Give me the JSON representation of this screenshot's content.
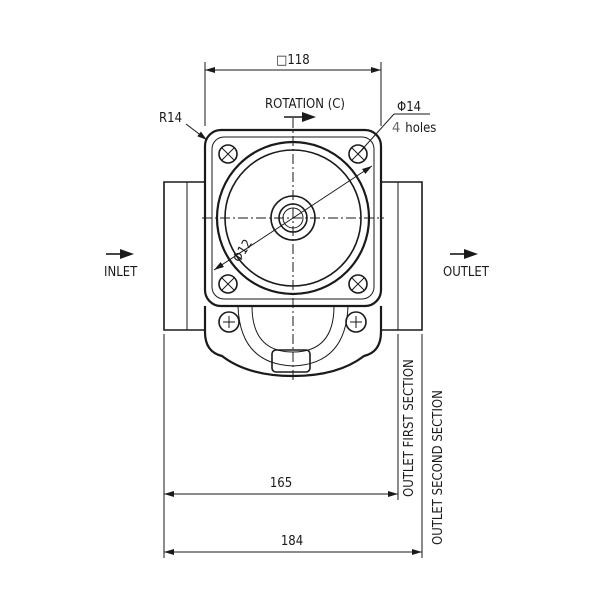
{
  "labels": {
    "width_square": "118",
    "rotation": "ROTATION (C)",
    "radius": "R14",
    "hole_diameter": "14",
    "hole_count": "4",
    "hole_word": "holes",
    "pilot_diameter": "12",
    "inlet": "INLET",
    "outlet": "OUTLET",
    "dim_165": "165",
    "dim_184": "184",
    "outlet_first": "OUTLET FIRST SECTION",
    "outlet_second": "OUTLET SECOND SECTION"
  },
  "symbols": {
    "square": "□",
    "diameter": "Φ"
  }
}
